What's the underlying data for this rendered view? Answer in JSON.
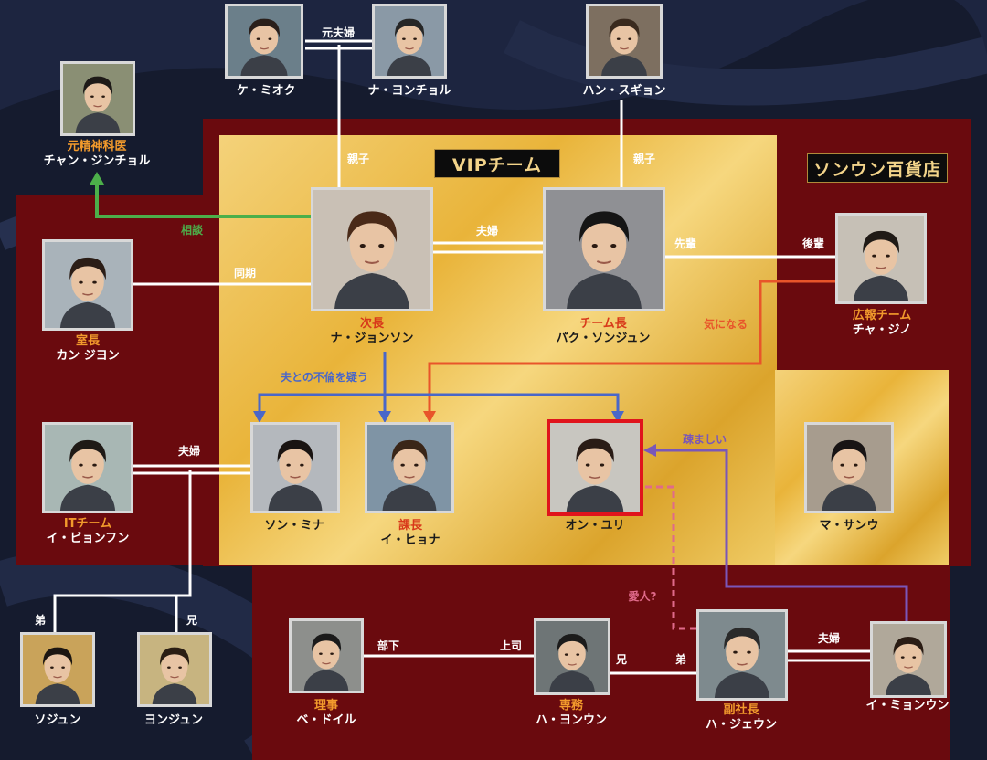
{
  "groups": {
    "vip_team": "VIPチーム",
    "store": "ソンウン百貨店"
  },
  "people": {
    "ke_mioku": {
      "name": "ケ・ミオク",
      "role": ""
    },
    "na_yonchol": {
      "name": "ナ・ヨンチョル",
      "role": ""
    },
    "han_sugyon": {
      "name": "ハン・スギョン",
      "role": ""
    },
    "chan_jinchol": {
      "name": "チャン・ジンチョル",
      "role": "元精神科医"
    },
    "kan_jiyon": {
      "name": "カン ジヨン",
      "role": "室長"
    },
    "na_jonson": {
      "name": "ナ・ジョンソン",
      "role": "次長"
    },
    "park_sonjun": {
      "name": "パク・ソンジュン",
      "role": "チーム長"
    },
    "cha_jino": {
      "name": "チャ・ジノ",
      "role": "広報チーム"
    },
    "i_byonfun": {
      "name": "イ・ビョンフン",
      "role": "ITチーム"
    },
    "son_mina": {
      "name": "ソン・ミナ",
      "role": ""
    },
    "i_hyona": {
      "name": "イ・ヒョナ",
      "role": "課長"
    },
    "on_yuri": {
      "name": "オン・ユリ",
      "role": ""
    },
    "ma_sanu": {
      "name": "マ・サンウ",
      "role": ""
    },
    "sojun": {
      "name": "ソジュン",
      "role": ""
    },
    "yonjun": {
      "name": "ヨンジュン",
      "role": ""
    },
    "be_doiru": {
      "name": "ベ・ドイル",
      "role": "理事"
    },
    "ha_yonun": {
      "name": "ハ・ヨンウン",
      "role": "専務"
    },
    "ha_jeun": {
      "name": "ハ・ジェウン",
      "role": "副社長"
    },
    "i_myonun": {
      "name": "イ・ミョンウン",
      "role": ""
    }
  },
  "relations": {
    "ex_couple": "元夫婦",
    "parent_child_left": "親子",
    "parent_child_right": "親子",
    "consult": "相談",
    "couple_main": "夫婦",
    "same_period": "同期",
    "senior": "先輩",
    "junior": "後輩",
    "interested": "気になる",
    "suspects_affair": "夫との不倫を疑う",
    "couple_it": "夫婦",
    "estranged": "疎ましい",
    "younger_brother": "弟",
    "older_brother": "兄",
    "subordinate": "部下",
    "boss": "上司",
    "older_brother_ha": "兄",
    "younger_brother_ha": "弟",
    "couple_ha": "夫婦",
    "lover": "愛人?"
  },
  "colors": {
    "maroon": "#6a0a0e",
    "gold": "#e9b43a",
    "relation_white": "#ffffff",
    "consult_green": "#4caf4a",
    "suspect_blue": "#4a67c8",
    "interest_orange": "#e8552a",
    "estranged_purple": "#7a57b8",
    "lover_pink": "#e06a8a",
    "highlight_red": "#e0141c"
  }
}
